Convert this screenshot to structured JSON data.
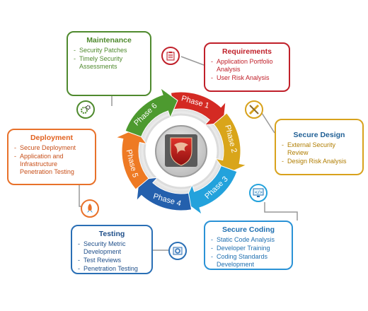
{
  "phases": [
    {
      "label": "Phase 1",
      "color": "#d42a23"
    },
    {
      "label": "Phase 2",
      "color": "#d9a51a"
    },
    {
      "label": "Phase 3",
      "color": "#23a2dc"
    },
    {
      "label": "Phase 4",
      "color": "#2460ad"
    },
    {
      "label": "Phase 5",
      "color": "#ee7a24"
    },
    {
      "label": "Phase 6",
      "color": "#4d9a2f"
    }
  ],
  "boxes": {
    "maintenance": {
      "title": "Maintenance",
      "items": [
        "Security Patches",
        "Timely Security Assessments"
      ]
    },
    "requirements": {
      "title": "Requirements",
      "items": [
        "Application Portfolio Analysis",
        "User Risk Analysis"
      ]
    },
    "secure_design": {
      "title": "Secure Design",
      "items": [
        "External Security Review",
        "Design Risk Analysis"
      ]
    },
    "deployment": {
      "title": "Deployment",
      "items": [
        "Secure Deployment",
        "Application and Infrastructure Penetration Testing"
      ]
    },
    "secure_coding": {
      "title": "Secure Coding",
      "items": [
        "Static Code Analysis",
        "Developer Training",
        "Coding Standards Development"
      ]
    },
    "testing": {
      "title": "Testing",
      "items": [
        "Security Metric Development",
        "Test Reviews",
        "Penetration Testing"
      ]
    }
  },
  "icons": [
    "clipboard-icon",
    "pencil-ruler-icon",
    "monitor-code-icon",
    "shield-gear-icon",
    "rocket-icon",
    "gears-icon"
  ],
  "colors": {
    "hub": "#c41d1d",
    "ring": "#d9d9d9"
  }
}
